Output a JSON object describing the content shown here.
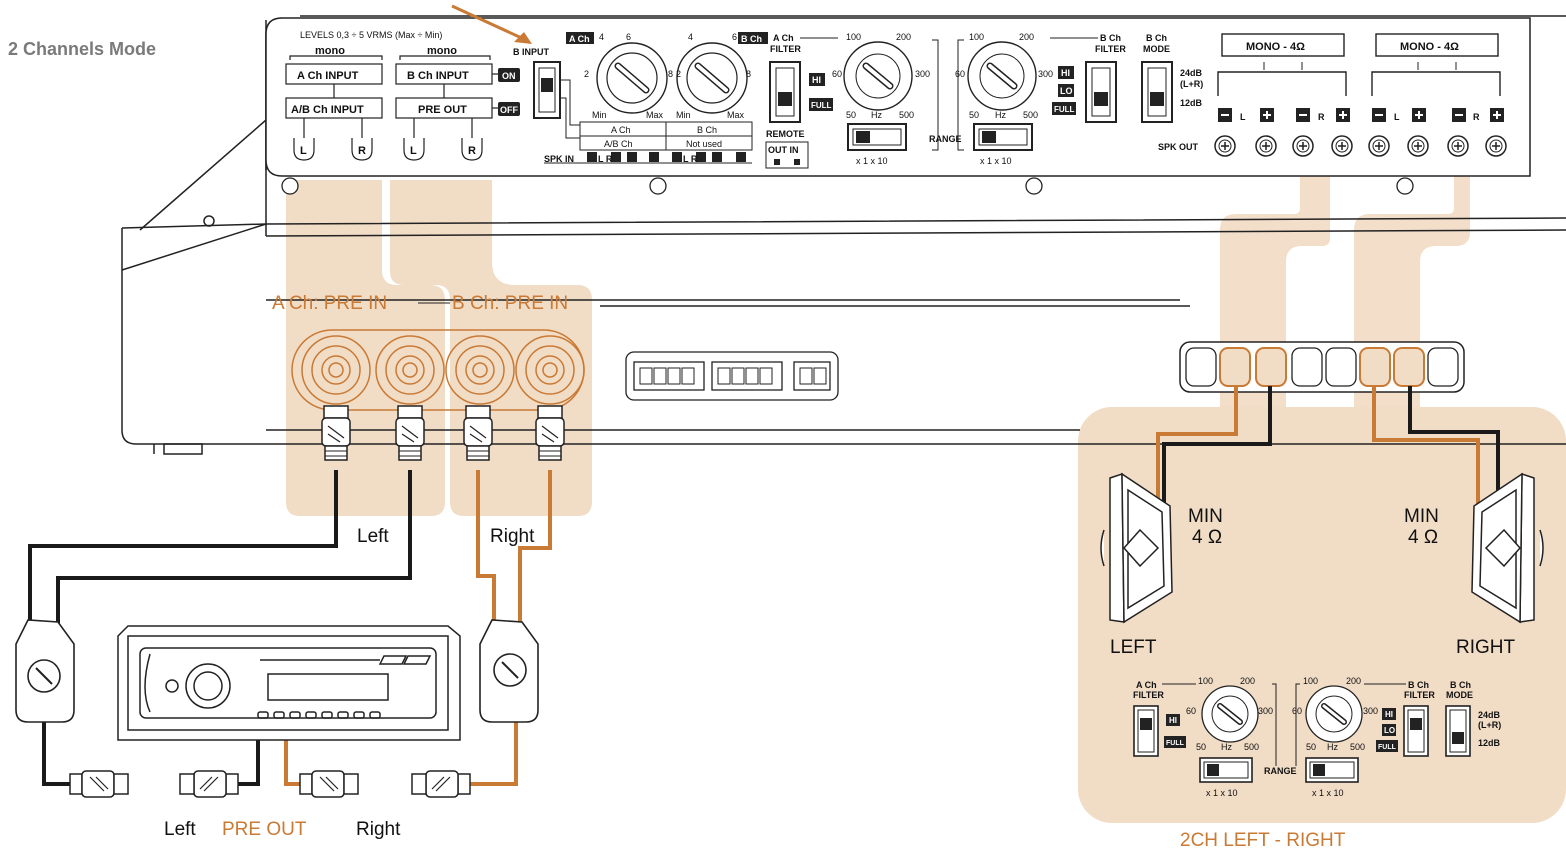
{
  "heading": "2 Channels Mode",
  "colors": {
    "wire_orange": "#c97a35",
    "wire_black": "#1a1a1a",
    "highlight": "#f1dcc6",
    "panel": "#ffffff"
  },
  "panel": {
    "levels": "LEVELS 0,3 ÷ 5 VRMS  (Max ÷ Min)",
    "mono_a": "mono",
    "mono_b": "mono",
    "a_ch_input": "A Ch INPUT",
    "b_ch_input": "B Ch INPUT",
    "ab_ch_input": "A/B Ch INPUT",
    "pre_out": "PRE OUT",
    "on": "ON",
    "off": "OFF",
    "l1": "L",
    "r1": "R",
    "l2": "L",
    "r2": "R",
    "b_input": "B INPUT",
    "ach_badge": "A Ch",
    "bch_badge": "B Ch",
    "knob_a_ticks": [
      "4",
      "6",
      "2",
      "8"
    ],
    "knob_b_ticks": [
      "4",
      "6",
      "2",
      "8"
    ],
    "min1": "Min",
    "max1": "Max",
    "min2": "Min",
    "max2": "Max",
    "spk_a_ch": "A Ch",
    "spk_ab_ch": "A/B Ch",
    "spk_b_ch": "B Ch",
    "spk_not_used": "Not used",
    "spk_in": "SPK IN",
    "spk_in_a": "L   R",
    "spk_in_b": "L   R",
    "a_ch_filter": [
      "A Ch",
      "FILTER"
    ],
    "hi": "HI",
    "full": "FULL",
    "lo": "LO",
    "remote": "REMOTE",
    "remote_out_in": "OUT  IN",
    "hz_ticks_1": [
      "100",
      "200",
      "60",
      "300",
      "50",
      "Hz",
      "500"
    ],
    "hz_ticks_2": [
      "100",
      "200",
      "60",
      "300",
      "50",
      "Hz",
      "500"
    ],
    "x1x10_a": "x 1   x 10",
    "x1x10_b": "x 1   x 10",
    "range": "RANGE",
    "b_ch_filter": [
      "B Ch",
      "FILTER"
    ],
    "b_ch_mode": [
      "B Ch",
      "MODE"
    ],
    "mode_24db": [
      "24dB",
      "(L+R)"
    ],
    "mode_12db": "12dB",
    "mono_4ohm_1": "MONO - 4Ω",
    "mono_4ohm_2": "MONO - 4Ω",
    "spk_out": "SPK OUT",
    "out_l1": "L",
    "out_r1": "R",
    "out_l2": "L",
    "out_r2": "R"
  },
  "labels": {
    "a_pre_in": "A Ch: PRE IN",
    "b_pre_in": "B Ch: PRE IN",
    "left_wire": "Left",
    "right_wire": "Right",
    "bottom_left": "Left",
    "pre_out": "PRE OUT",
    "bottom_right": "Right",
    "min_4ohm_left": [
      "MIN",
      "4 Ω"
    ],
    "min_4ohm_right": [
      "MIN",
      "4 Ω"
    ],
    "spk_left": "LEFT",
    "spk_right": "RIGHT",
    "caption": "2CH LEFT - RIGHT"
  },
  "inset": {
    "a_ch_filter": [
      "A Ch",
      "FILTER"
    ],
    "hi": "HI",
    "full": "FULL",
    "hz_ticks_1": [
      "100",
      "200",
      "60",
      "300",
      "50",
      "Hz",
      "500"
    ],
    "x1x10_a": "x 1   x 10",
    "range": "RANGE",
    "hz_ticks_2": [
      "100",
      "200",
      "60",
      "300",
      "50",
      "Hz",
      "500"
    ],
    "hi2": "HI",
    "lo": "LO",
    "full2": "FULL",
    "x1x10_b": "x 1   x 10",
    "b_ch_filter": [
      "B Ch",
      "FILTER"
    ],
    "b_ch_mode": [
      "B Ch",
      "MODE"
    ],
    "mode_24db": [
      "24dB",
      "(L+R)"
    ],
    "mode_12db": "12dB"
  }
}
